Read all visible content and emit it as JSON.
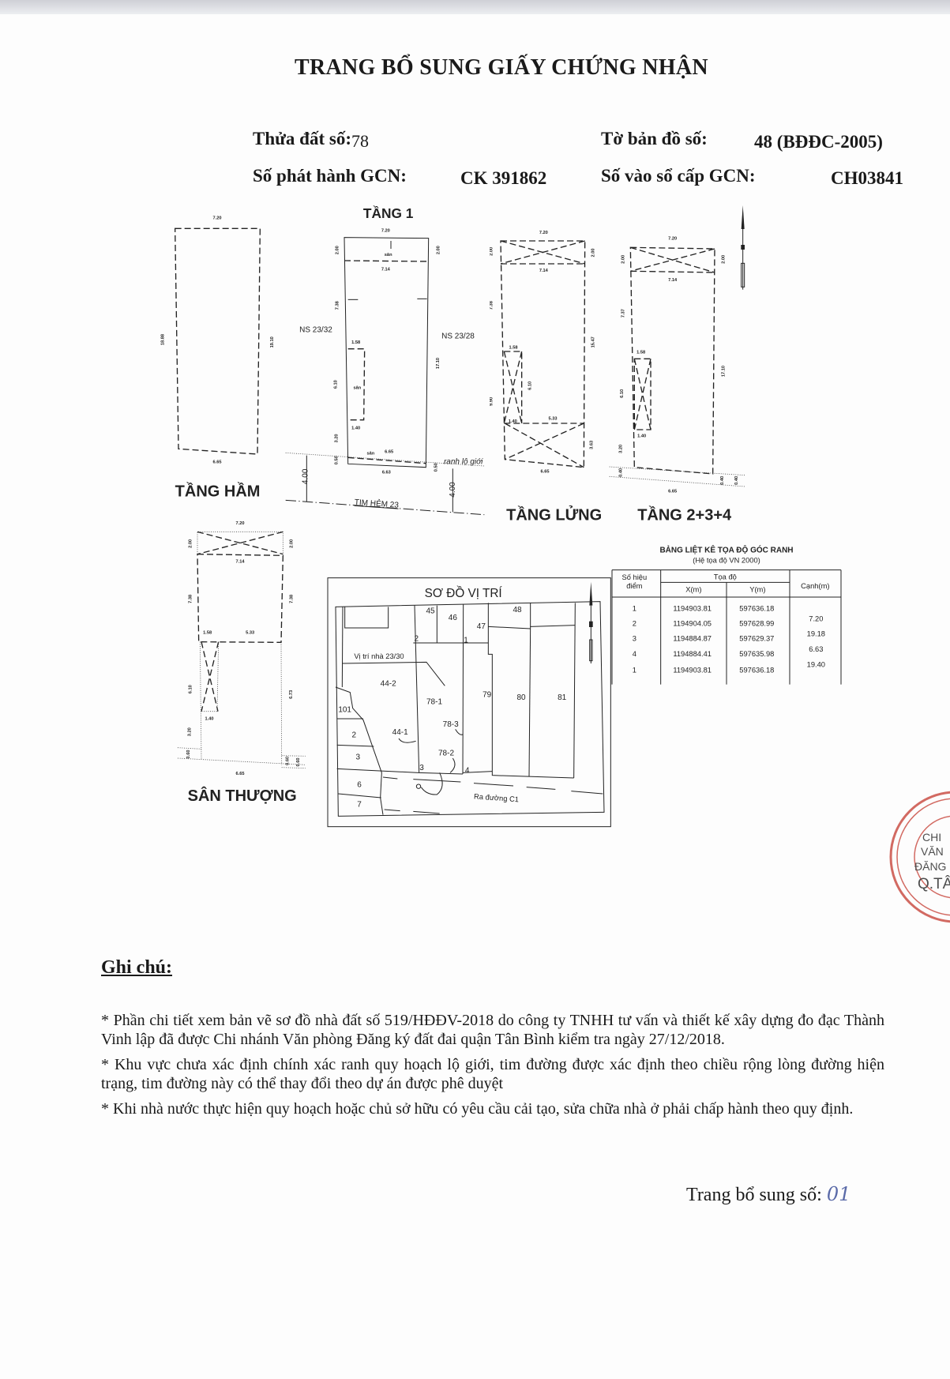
{
  "title": "TRANG BỔ SUNG GIẤY CHỨNG NHẬN",
  "header": {
    "parcel_label": "Thửa đất số:",
    "parcel_value": "78",
    "map_sheet_label": "Tờ bản đồ số:",
    "map_sheet_value": "48 (BĐĐC-2005)",
    "issue_no_label": "Số phát hành GCN:",
    "issue_no_value": "CK 391862",
    "register_label": "Số vào sổ cấp GCN:",
    "register_value": "CH03841"
  },
  "plans": {
    "tang_ham": {
      "title": "TẦNG HẦM",
      "dims": [
        "7.20",
        "6.65",
        "18.88",
        "19.10"
      ]
    },
    "tang_1": {
      "title": "TẦNG 1",
      "dims": [
        "7.20",
        "2.00",
        "2.00",
        "7.14",
        "7.38",
        "1.58",
        "6.10",
        "17.10",
        "1.40",
        "3.20",
        "6.65",
        "6.63",
        "0.50",
        "0.50"
      ],
      "san": "sân",
      "ns_left": "NS 23/32",
      "ns_right": "NS 23/28",
      "boundary": "ranh lộ giới",
      "centerline": "TIM HẺM 23",
      "setback": "4.00"
    },
    "tang_lung": {
      "title": "TẦNG LỬNG",
      "dims": [
        "7.20",
        "7.14",
        "2.00",
        "15.47",
        "1.58",
        "6.10",
        "1.40",
        "5.33",
        "3.63",
        "6.65",
        "2.00",
        "7.38",
        "9.90"
      ]
    },
    "tang_234": {
      "title": "TẦNG 2+3+4",
      "dims": [
        "7.20",
        "7.14",
        "2.00",
        "2.00",
        "7.37",
        "1.58",
        "6.10",
        "1.40",
        "17.10",
        "3.20",
        "0.40",
        "0.40",
        "0.40",
        "6.65"
      ]
    },
    "san_thuong": {
      "title": "SÂN THƯỢNG",
      "dims": [
        "7.20",
        "2.00",
        "2.00",
        "7.14",
        "7.38",
        "7.38",
        "1.58",
        "5.33",
        "6.10",
        "6.73",
        "1.40",
        "3.20",
        "0.60",
        "0.60",
        "0.60",
        "6.65"
      ]
    }
  },
  "site_map": {
    "title": "SƠ ĐỒ VỊ TRÍ",
    "house_label": "Vị trí nhà 23/30",
    "road_label": "Ra đường C1",
    "parcels": [
      "45",
      "46",
      "47",
      "48",
      "44-2",
      "78-1",
      "79",
      "80",
      "81",
      "101",
      "2",
      "44-1",
      "78-3",
      "3",
      "78-2",
      "6",
      "7"
    ],
    "points": [
      "2",
      "1",
      "3",
      "4"
    ]
  },
  "coord_table": {
    "title": "BẢNG LIỆT KÊ TỌA ĐỘ GÓC RANH",
    "subtitle": "(Hệ tọa độ VN 2000)",
    "headers": {
      "point_1": "Số hiệu",
      "point_2": "điểm",
      "coords": "Tọa độ",
      "x": "X(m)",
      "y": "Y(m)",
      "edge": "Cạnh(m)"
    },
    "rows": [
      {
        "point": "1",
        "x": "1194903.81",
        "y": "597636.18"
      },
      {
        "point": "2",
        "x": "1194904.05",
        "y": "597628.99"
      },
      {
        "point": "3",
        "x": "1194884.87",
        "y": "597629.37"
      },
      {
        "point": "4",
        "x": "1194884.41",
        "y": "597635.98"
      },
      {
        "point": "1",
        "x": "1194903.81",
        "y": "597636.18"
      }
    ],
    "edges": [
      "7.20",
      "19.18",
      "6.63",
      "19.40"
    ]
  },
  "notes": {
    "heading": "Ghi chú:",
    "items": [
      "* Phần chi tiết xem bản vẽ sơ đồ nhà đất số 519/HĐĐV-2018 do công ty TNHH tư vấn và thiết kế xây dựng đo đạc Thành Vinh lập đã được Chi nhánh Văn phòng Đăng ký đất đai quận Tân Bình kiểm tra ngày 27/12/2018.",
      "* Khu vực chưa xác định chính xác ranh quy hoạch lộ giới, tim đường được xác định theo chiều rộng lòng đường hiện trạng, tim đường này có thể thay đổi theo dự án được phê duyệt",
      "* Khi nhà nước thực hiện quy hoạch hoặc chủ sở hữu có yêu cầu cải tạo, sửa chữa nhà ở phải chấp hành theo quy định."
    ]
  },
  "footer": {
    "label": "Trang bổ sung số:",
    "value": "01"
  },
  "stamp": {
    "text": "VĂN PHÒNG ĐĂNG KÝ CHI NHÁNH VĂN PHÒNG ĐĂNG KÝ Q.TÂN BÌNH",
    "color": "#c8463c"
  }
}
